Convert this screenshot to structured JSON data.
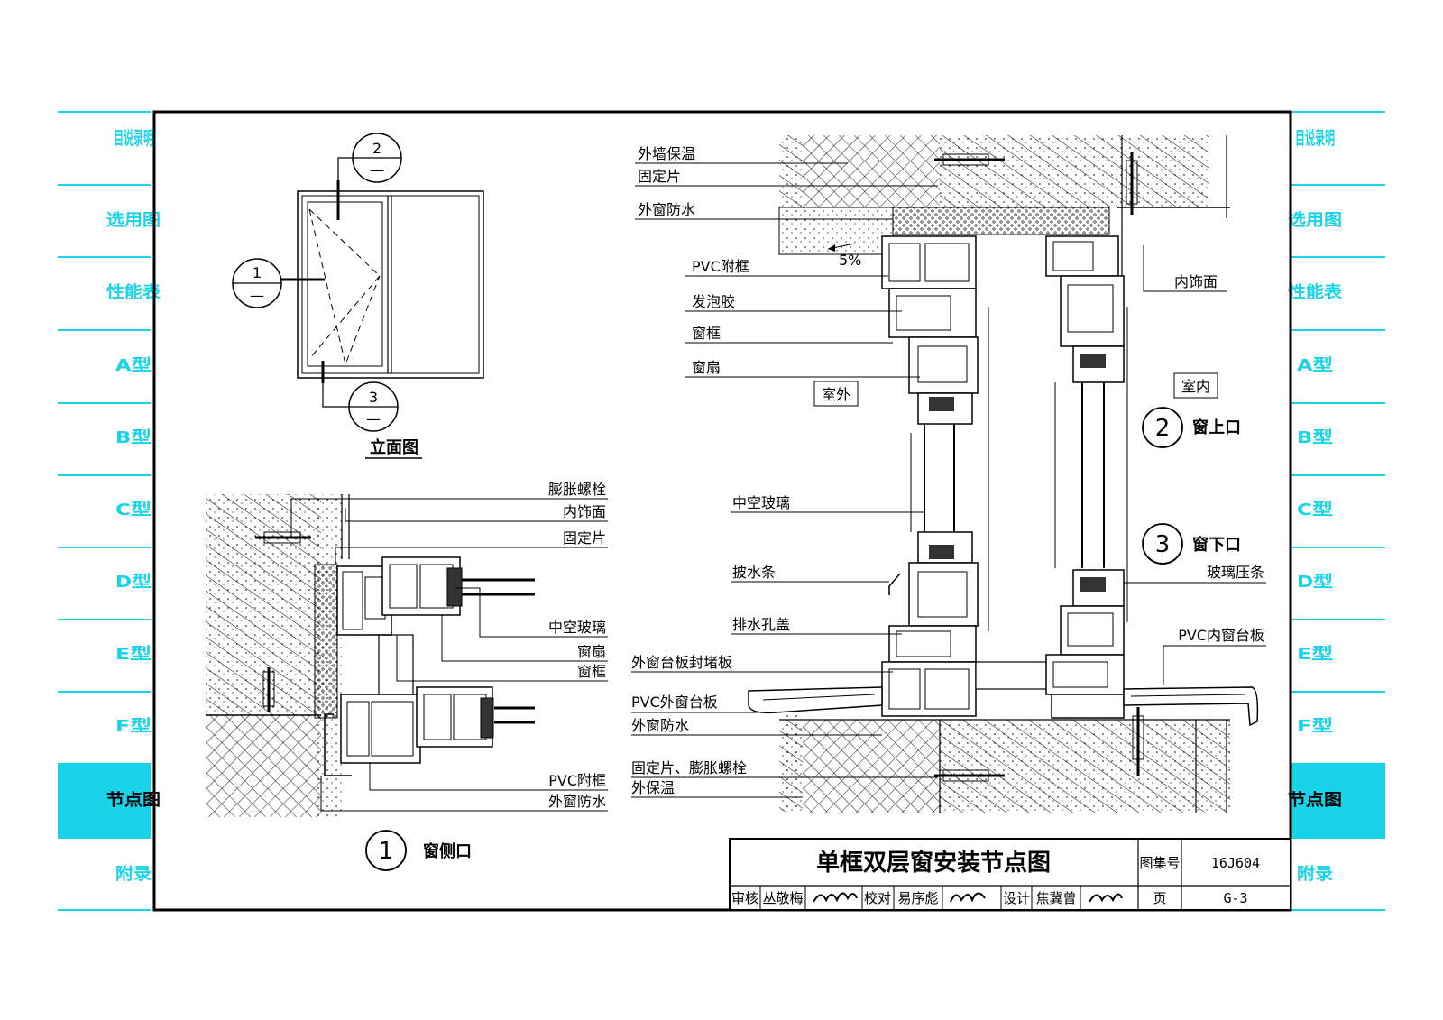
{
  "sidebar": {
    "accent_color": "#19d3e8",
    "tabs": [
      {
        "label": "目说录明"
      },
      {
        "label": "选用图"
      },
      {
        "label": "性能表"
      },
      {
        "label": "A型"
      },
      {
        "label": "B型"
      },
      {
        "label": "C型"
      },
      {
        "label": "D型"
      },
      {
        "label": "E型"
      },
      {
        "label": "F型"
      },
      {
        "label": "节点图",
        "active": true
      },
      {
        "label": "附录"
      }
    ]
  },
  "elevation": {
    "caption": "立面图",
    "markers": [
      {
        "num": "1",
        "sub": "—"
      },
      {
        "num": "2",
        "sub": "—"
      },
      {
        "num": "3",
        "sub": "—"
      }
    ]
  },
  "detail1": {
    "num": "1",
    "title": "窗侧口",
    "labels": [
      "膨胀螺栓",
      "内饰面",
      "固定片",
      "中空玻璃",
      "窗扇",
      "窗框",
      "PVC附框",
      "外窗防水"
    ]
  },
  "detail_top": {
    "labels_left": [
      "外墙保温",
      "固定片",
      "外窗防水",
      "PVC附框",
      "发泡胶",
      "窗框",
      "窗扇"
    ],
    "slope": "5%",
    "outside": "室外",
    "inside": "室内",
    "interior_finish": "内饰面"
  },
  "detail2": {
    "num": "2",
    "title": "窗上口"
  },
  "detail3": {
    "num": "3",
    "title": "窗下口"
  },
  "detail_bottom": {
    "labels_left": [
      "中空玻璃",
      "披水条",
      "排水孔盖",
      "外窗台板封堵板",
      "PVC外窗台板",
      "外窗防水",
      "固定片、膨胀螺栓",
      "外保温"
    ],
    "labels_right": [
      "玻璃压条",
      "PVC内窗台板"
    ]
  },
  "title_block": {
    "title": "单框双层窗安装节点图",
    "atlas_label": "图集号",
    "atlas_value": "16J604",
    "page_label": "页",
    "page_value": "G-3",
    "review_label": "审核",
    "reviewer": "丛敬梅",
    "check_label": "校对",
    "checker": "易序彪",
    "design_label": "设计",
    "designer": "焦冀曾"
  }
}
